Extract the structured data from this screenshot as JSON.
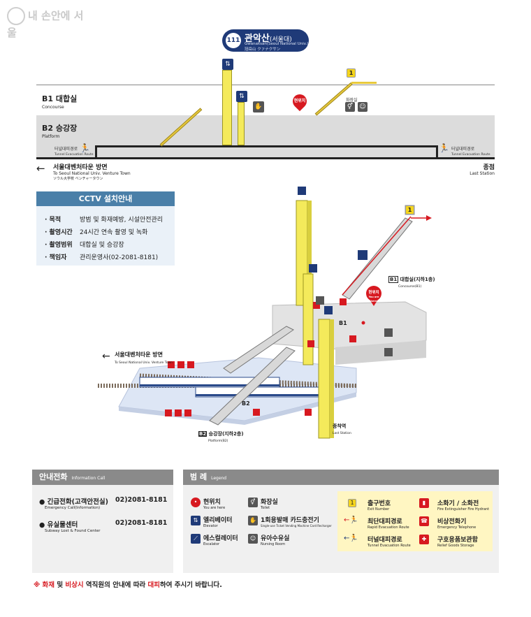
{
  "watermark": "내 손안에 서울",
  "station": {
    "number": "111",
    "name": "관악산",
    "name_paren": "(서울대)",
    "english": "Gwanaksan(Seoul National Univ.)",
    "other": "冠岳山 クァナクサン"
  },
  "section": {
    "b1_label": "B1  대합실",
    "b1_en": "Concourse",
    "b2_label": "B2  승강장",
    "b2_en": "Platform",
    "current_location": "현위치",
    "current_location_en": "You are here",
    "toilet_small": "화장실",
    "exit_number": "1",
    "tunnel_left": "터널대피경로",
    "tunnel_left_en": "Tunnel Evacuation Route",
    "tunnel_right": "터널대피경로",
    "tunnel_right_en": "Tunnel Evacuation Route",
    "dir_left": "서울대벤처타운 방면",
    "dir_left_en": "To Seoul National Univ. Venture Town",
    "dir_left_jp": "ソウル大学校 ベンチャータウン",
    "dir_right": "종점",
    "dir_right_en": "Last Station"
  },
  "cctv": {
    "title": "CCTV 설치안내",
    "rows": [
      {
        "key": "· 목적",
        "value": "방범 및 화재예방, 시설안전관리"
      },
      {
        "key": "· 촬영시간",
        "value": "24시간 연속 촬영 및 녹화"
      },
      {
        "key": "· 촬영범위",
        "value": "대합실 및 승강장"
      },
      {
        "key": "· 책임자",
        "value": "관리운영사(02-2081-8181)"
      }
    ]
  },
  "iso": {
    "exit_number": "1",
    "b1_tag": "B1",
    "b1_label": "대합실(지하1층)",
    "b1_en": "Concourse(B1)",
    "b1_floor": "B1",
    "current_location": "현위치",
    "current_location_en": "You are here",
    "b2_tag": "B2",
    "b2_label": "승강장(지하2층)",
    "b2_en": "Platform(B2)",
    "b2_floor": "B2",
    "dir_left": "서울대벤처타운 방면",
    "dir_left_en": "To Seoul National Univ. Venture Town",
    "last_station": "종착역",
    "last_station_en": "Last Station"
  },
  "info": {
    "title": "안내전화",
    "title_en": "Information Call",
    "rows": [
      {
        "label": "긴급전화(고객안전실)",
        "label_en": "Emergency Call(Information)",
        "phone": "02)2081-8181"
      },
      {
        "label": "유실물센터",
        "label_en": "Subway Lost & Found Center",
        "phone": "02)2081-8181"
      }
    ]
  },
  "legend": {
    "title": "범 례",
    "title_en": "Legend",
    "items": [
      {
        "label": "현위치",
        "en": "You are here"
      },
      {
        "label": "엘리베이터",
        "en": "Elevator"
      },
      {
        "label": "에스컬레이터",
        "en": "Escalator"
      },
      {
        "label": "화장실",
        "en": "Toilet"
      },
      {
        "label": "1회용발매 카드충전기",
        "en": "Single-use Ticket Vending Machine Card Recharger"
      },
      {
        "label": "유아수유실",
        "en": "Nursing Room"
      },
      {
        "label": "출구번호",
        "en": "Exit Number"
      },
      {
        "label": "최단대피경로",
        "en": "Rapid Evacuation Route"
      },
      {
        "label": "터널대피경로",
        "en": "Tunnel Evacuation Route"
      },
      {
        "label": "소화기 / 소화전",
        "en": "Fire Extinguisher   Fire Hydrant"
      },
      {
        "label": "비상전화기",
        "en": "Emergency Telephone"
      },
      {
        "label": "구호용품보관함",
        "en": "Relief Goods Storage"
      }
    ]
  },
  "notice": {
    "p1": "※ ",
    "p2": "화재",
    "p3": " 및 ",
    "p4": "비상시",
    "p5": " 역직원의 안내에 따라 ",
    "p6": "대피",
    "p7": "하여 주시기 바랍니다."
  },
  "colors": {
    "navy": "#1f3a78",
    "red": "#d71920",
    "yellow": "#f4ea5b",
    "panel_header": "#8a8a8a",
    "cctv_header": "#4a7fa8"
  }
}
